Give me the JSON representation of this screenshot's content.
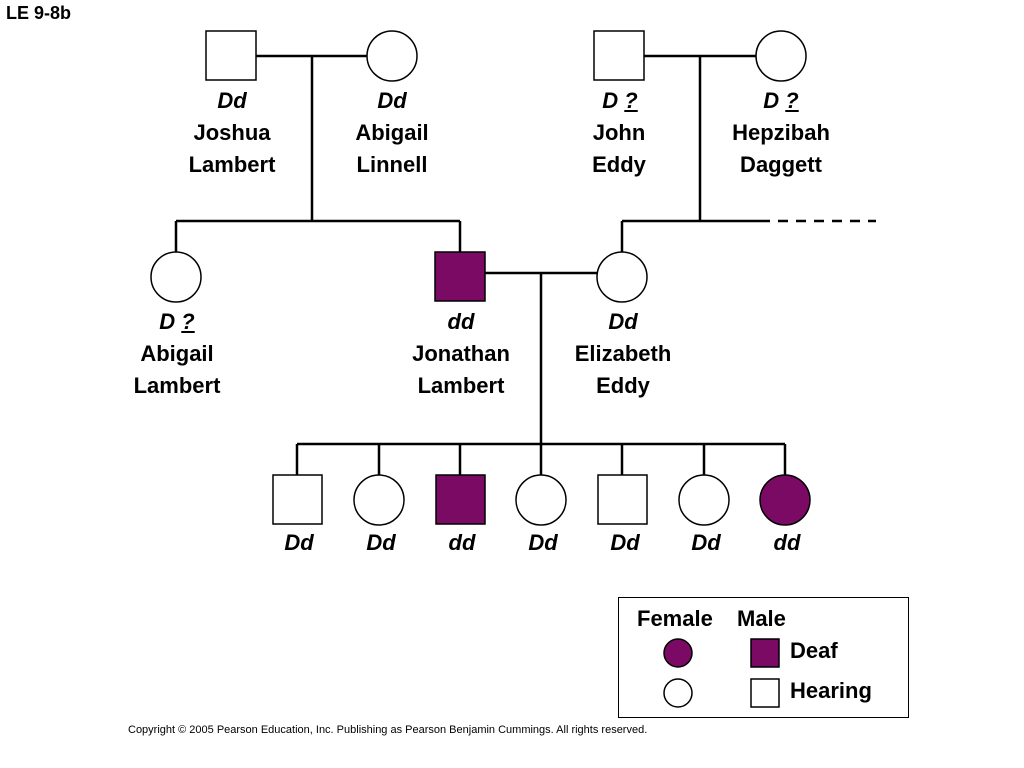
{
  "slide_label": "LE 9-8b",
  "colors": {
    "affected": "#7b0a64",
    "unaffected": "#ffffff",
    "line": "#000000"
  },
  "generation1": {
    "joshua": {
      "genotype_a": "Dd",
      "genotype_b": "",
      "name1": "Joshua",
      "name2": "Lambert",
      "shape": "square",
      "affected": false
    },
    "abigail": {
      "genotype_a": "Dd",
      "genotype_b": "",
      "name1": "Abigail",
      "name2": "Linnell",
      "shape": "circle",
      "affected": false
    },
    "john": {
      "genotype_a": "D ",
      "genotype_b": "?",
      "name1": "John",
      "name2": "Eddy",
      "shape": "square",
      "affected": false
    },
    "hepzibah": {
      "genotype_a": "D ",
      "genotype_b": "?",
      "name1": "Hepzibah",
      "name2": "Daggett",
      "shape": "circle",
      "affected": false
    }
  },
  "generation2": {
    "abigail_lambert": {
      "genotype_a": "D ",
      "genotype_b": "?",
      "name1": "Abigail",
      "name2": "Lambert",
      "shape": "circle",
      "affected": false
    },
    "jonathan_lambert": {
      "genotype_a": "dd",
      "genotype_b": "",
      "name1": "Jonathan",
      "name2": "Lambert",
      "shape": "square",
      "affected": true
    },
    "elizabeth_eddy": {
      "genotype_a": "Dd",
      "genotype_b": "",
      "name1": "Elizabeth",
      "name2": "Eddy",
      "shape": "circle",
      "affected": false
    }
  },
  "generation3": [
    {
      "genotype": "Dd",
      "shape": "square",
      "affected": false
    },
    {
      "genotype": "Dd",
      "shape": "circle",
      "affected": false
    },
    {
      "genotype": "dd",
      "shape": "square",
      "affected": true
    },
    {
      "genotype": "Dd",
      "shape": "circle",
      "affected": false
    },
    {
      "genotype": "Dd",
      "shape": "square",
      "affected": false
    },
    {
      "genotype": "Dd",
      "shape": "circle",
      "affected": false
    },
    {
      "genotype": "dd",
      "shape": "circle",
      "affected": true
    }
  ],
  "legend": {
    "female": "Female",
    "male": "Male",
    "deaf": "Deaf",
    "hearing": "Hearing"
  },
  "copyright": "Copyright ©  2005 Pearson Education, Inc. Publishing as Pearson Benjamin Cummings. All rights reserved."
}
